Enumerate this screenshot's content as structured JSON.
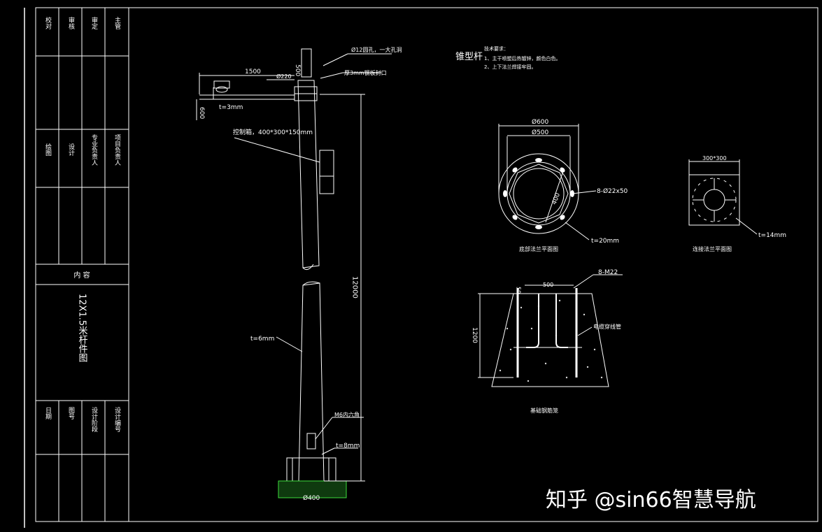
{
  "title_block": {
    "top_cells": [
      "校对",
      "审核",
      "审定",
      "主管"
    ],
    "mid_cells": [
      "绘图",
      "设计",
      "专业负责人",
      "项目负责人"
    ],
    "content_header": "内 容",
    "drawing_title": "12X1.5米杆件图",
    "bottom_cells": [
      "日期",
      "图号",
      "设计阶段",
      "设计编号"
    ]
  },
  "pole_labels": {
    "top_note": "Ø12圆孔，一大孔洞",
    "dim_1500": "1500",
    "dim_500": "500",
    "dim_220": "Ø220",
    "cap_note": "厚3mm钢板封口",
    "arm_thickness": "t=3mm",
    "dim_600": "600",
    "box_note": "控制箱，400*300*150mm",
    "dim_12000": "12000",
    "wall_thickness": "t=6mm",
    "door_bolt": "M6内六角",
    "base_thickness": "t=8mm",
    "base_dim": "Ø400"
  },
  "spec": {
    "pole_type": "锥型杆",
    "notes_title": "技术要求：",
    "notes": [
      "1、主干喷塑后热镀锌，颜色白色。",
      "2、上下法兰焊接牢固。"
    ]
  },
  "flange": {
    "dim_outer": "Ø600",
    "dim_inner": "Ø500",
    "dim_r": "400",
    "holes": "8-Ø22x50",
    "thickness": "t=20mm",
    "caption": "底部法兰平面图"
  },
  "small_flange": {
    "dim": "300*300",
    "thickness": "t=14mm",
    "caption": "连接法兰平面图"
  },
  "foundation": {
    "bolts": "8-M22",
    "dim_50": "50",
    "dim_500": "500",
    "dim_1200": "1200",
    "pipe_note": "电缆穿线管",
    "caption": "基础钢筋笼"
  },
  "watermark": "知乎 @sin66智慧导航"
}
